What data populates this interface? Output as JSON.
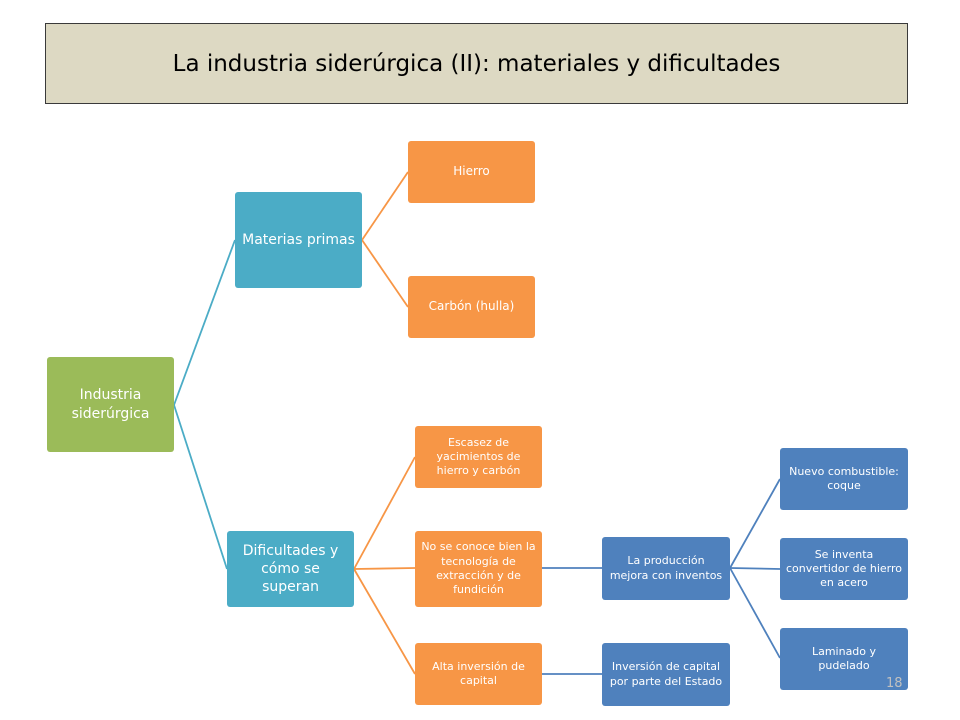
{
  "title": "La industria siderúrgica (II): materiales y dificultades",
  "page_number": "18",
  "colors": {
    "title_bg": "#ddd9c3",
    "root": "#9bbb59",
    "level1": "#4bacc6",
    "level2": "#f79646",
    "level3": "#4f81bd"
  },
  "nodes": {
    "root": "Industria siderúrgica",
    "materias": "Materias primas",
    "dificultades": "Dificultades y cómo se superan",
    "hierro": "Hierro",
    "carbon": "Carbón (hulla)",
    "escasez": "Escasez de yacimientos de hierro y carbón",
    "tecnologia": "No se conoce bien la tecnología de extracción y de fundición",
    "inversion": "Alta inversión de capital",
    "produccion": "La producción mejora con inventos",
    "estado": "Inversión de capital por parte del Estado",
    "coque": "Nuevo combustible: coque",
    "convertidor": "Se inventa convertidor de hierro en acero",
    "laminado": "Laminado y pudelado"
  }
}
